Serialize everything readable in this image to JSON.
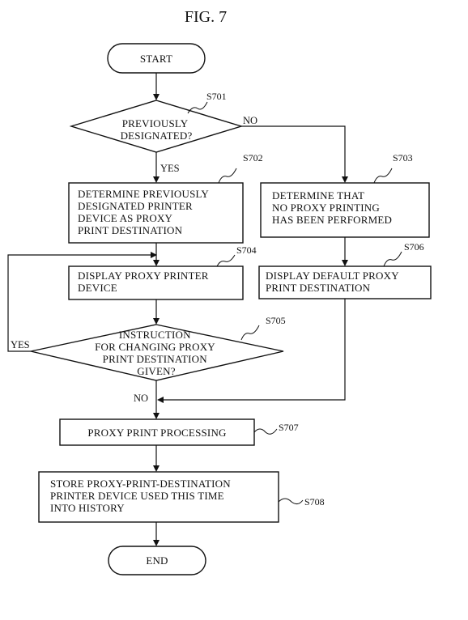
{
  "figure_title": "FIG. 7",
  "nodes": {
    "start": {
      "label": "START"
    },
    "s701": {
      "step": "S701",
      "lines": [
        "PREVIOUSLY",
        "DESIGNATED?"
      ]
    },
    "s702": {
      "step": "S702",
      "lines": [
        "DETERMINE PREVIOUSLY",
        "DESIGNATED PRINTER",
        "DEVICE AS PROXY",
        "PRINT DESTINATION"
      ]
    },
    "s703": {
      "step": "S703",
      "lines": [
        "DETERMINE THAT",
        "NO PROXY PRINTING",
        "HAS BEEN PERFORMED"
      ]
    },
    "s704": {
      "step": "S704",
      "lines": [
        "DISPLAY PROXY PRINTER",
        "DEVICE"
      ]
    },
    "s706": {
      "step": "S706",
      "lines": [
        "DISPLAY DEFAULT PROXY",
        "PRINT DESTINATION"
      ]
    },
    "s705": {
      "step": "S705",
      "lines": [
        "INSTRUCTION",
        "FOR CHANGING PROXY",
        "PRINT DESTINATION",
        "GIVEN?"
      ]
    },
    "s707": {
      "step": "S707",
      "lines": [
        "PROXY PRINT PROCESSING"
      ]
    },
    "s708": {
      "step": "S708",
      "lines": [
        "STORE PROXY-PRINT-DESTINATION",
        "PRINTER DEVICE USED THIS TIME",
        "INTO HISTORY"
      ]
    },
    "end": {
      "label": "END"
    }
  },
  "branches": {
    "s701_yes": "YES",
    "s701_no": "NO",
    "s705_yes": "YES",
    "s705_no": "NO"
  }
}
